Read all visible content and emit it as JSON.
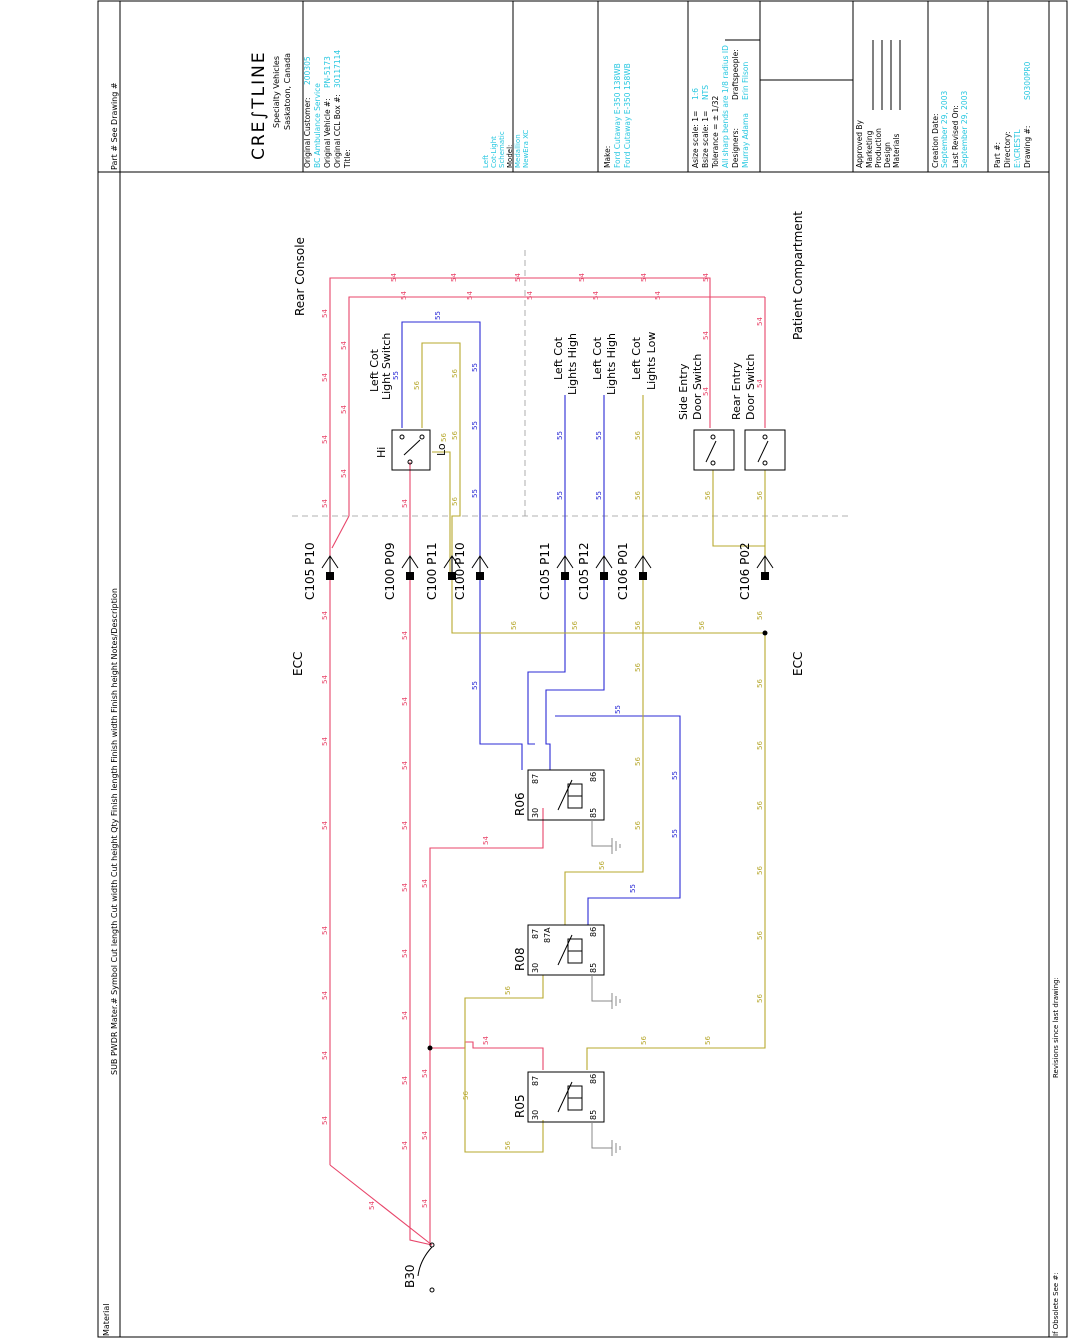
{
  "title_block": {
    "logo": "CRE∫TLINE",
    "company_line1": "Specialty Vehicles",
    "company_line2": "Saskatoon, Canada",
    "original_customer_label": "Original Customer:",
    "original_customer_value": "200305",
    "customer_name": "BC Ambulance Service",
    "original_vehicle_label": "Original Vehicle #:",
    "original_vehicle_value": "PN-5173",
    "original_ccl_label": "Original CCL Box #:",
    "original_ccl_value": "30117114",
    "title_label": "Title:",
    "title_value_1": "Left",
    "title_value_2": "Cot-Light",
    "title_value_3": "Schematic",
    "model_label": "Model:",
    "model_value_1": "Medallion",
    "model_value_2": "NewEra XC",
    "make_label": "Make:",
    "make_value_1": "Ford Cutaway E-350 138WB",
    "make_value_2": "Ford Cutaway E-350 158WB",
    "asize_label": "Asize scale: 1=",
    "asize_value": "1:6",
    "bsize_label": "Bsize scale: 1=",
    "bsize_value": "NTS",
    "tolerance": "Tolerance = ± 1/32",
    "bends_note": "All sharp bends are 1/8 radius ID",
    "designers_label": "Designers:",
    "designers_value": "Murray Adama",
    "draftspeople_label": "Draftspeople:",
    "draftspeople_value": "Erin Filson",
    "approved_by": "Approved By",
    "approvers": [
      "Marketing",
      "Production",
      "Design",
      "Materials"
    ],
    "creation_date_label": "Creation Date:",
    "creation_date_value": "September 29, 2003",
    "last_revised_label": "Last Revised On:",
    "last_revised_value": "September 29, 2003",
    "part_label": "Part #:",
    "directory_label": "Directory:",
    "directory_value": "E:\\CRESTL",
    "drawing_label": "Drawing #:",
    "drawing_value": "S0300PR0"
  },
  "bom_header": "SUB PWDR Mater.# Symbol Cut length Cut width Cut height Qty Finish length Finish width Finish height Notes/Description",
  "bom_right": "Part # See Drawing #",
  "material_label": "Material",
  "obsolete_label": "If Obsolete See #:",
  "revisions_label": "Revisions since last drawing:",
  "diagram": {
    "rear_console": "Rear Console",
    "patient_compartment": "Patient Compartment",
    "ecc_left": "ECC",
    "ecc_right": "ECC",
    "cot_switch_1": "Left Cot",
    "cot_switch_2": "Light Switch",
    "hi": "Hi",
    "lo": "Lo",
    "cot_lights": [
      "Left Cot",
      "Lights High",
      "Left Cot",
      "Lights High",
      "Left Cot",
      "Lights Low"
    ],
    "side_entry_1": "Side Entry",
    "side_entry_2": "Door Switch",
    "rear_entry_1": "Rear Entry",
    "rear_entry_2": "Door Switch",
    "connectors": [
      "C105 P10",
      "C100 P09",
      "C100 P11",
      "C100 P10",
      "C105 P11",
      "C105 P12",
      "C106 P01",
      "C106 P02"
    ],
    "relays": [
      "R06",
      "R08",
      "R05"
    ],
    "breaker": "B30",
    "pins": {
      "p30": "30",
      "p87": "87",
      "p87a": "87A",
      "p86": "86",
      "p85": "85"
    },
    "wires": {
      "w54": "54",
      "w55": "55",
      "w56": "56"
    }
  },
  "colors": {
    "red": "#e8456a",
    "blue": "#2b2bd6",
    "yellow": "#b7a82e",
    "cyan": "#27c7e0"
  }
}
